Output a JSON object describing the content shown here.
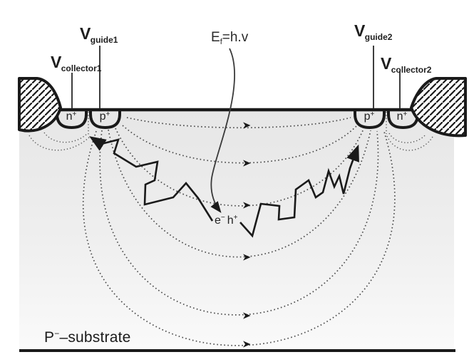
{
  "labels": {
    "v_guide1": {
      "main": "V",
      "sub": "guide1"
    },
    "v_collector1": {
      "main": "V",
      "sub": "collector1"
    },
    "v_guide2": {
      "main": "V",
      "sub": "guide2"
    },
    "v_collector2": {
      "main": "V",
      "sub": "collector2"
    },
    "photon": {
      "main": "E",
      "sub": "f",
      "rest": "=h.v"
    },
    "carriers": {
      "e": "e",
      "e_sup": "−",
      "h": "h",
      "h_sup": "+"
    },
    "substrate": {
      "main": "P",
      "sup": "−",
      "rest": "–substrate"
    },
    "wells": {
      "n1": {
        "base": "n",
        "sup": "+"
      },
      "p1": {
        "base": "p",
        "sup": "+"
      },
      "p2": {
        "base": "p",
        "sup": "+"
      },
      "n2": {
        "base": "n",
        "sup": "+"
      }
    }
  },
  "colors": {
    "outline": "#1a1a1a",
    "substrate_top": "#e7e7e7",
    "substrate_bottom": "#fafafa",
    "dotted_field_line": "#4a4a4a",
    "electrode_line": "#3d3d3d"
  }
}
